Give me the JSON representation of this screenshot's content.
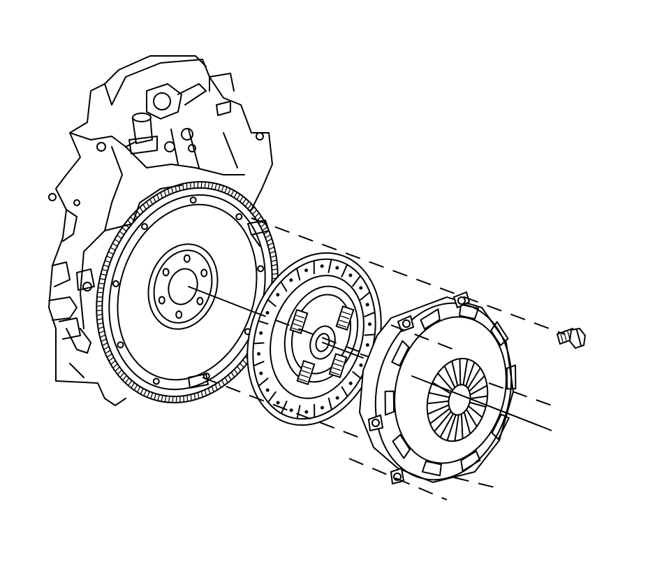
{
  "diagram": {
    "type": "exploded-view",
    "parts": [
      {
        "id": "engine-block",
        "icon": "engine-block-icon"
      },
      {
        "id": "flywheel",
        "icon": "flywheel-icon"
      },
      {
        "id": "clutch-disc",
        "icon": "clutch-disc-icon"
      },
      {
        "id": "pressure-plate",
        "icon": "pressure-plate-icon"
      },
      {
        "id": "bolt",
        "icon": "bolt-icon"
      }
    ],
    "colors": {
      "line": "#000000",
      "background": "#ffffff"
    }
  }
}
